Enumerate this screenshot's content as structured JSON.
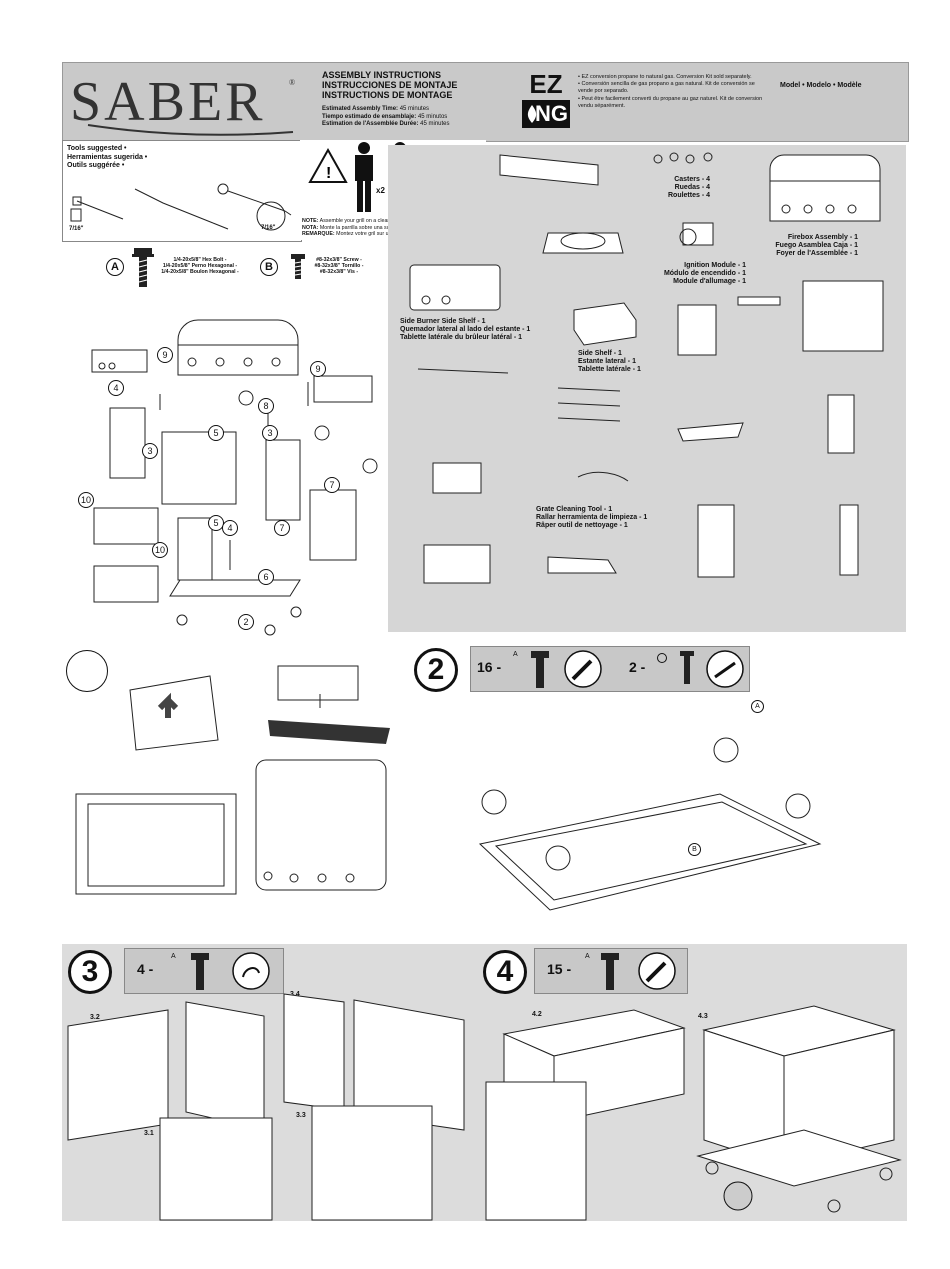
{
  "header": {
    "brand": "SABER",
    "brand_mark": "®",
    "assembly_titles": [
      "ASSEMBLY INSTRUCTIONS",
      "INSTRUCCIONES DE MONTAJE",
      "INSTRUCTIONS DE MONTAGE"
    ],
    "time_lines": [
      {
        "label": "Estimated Assembly Time:",
        "value": "45 minutes"
      },
      {
        "label": "Tiempo estimado de ensamblaje:",
        "value": "45 minutos"
      },
      {
        "label": "Estimation de l'Assemblée Durée:",
        "value": "45 minutes"
      }
    ],
    "ez_logo": {
      "top": "EZ",
      "bottom": "NG"
    },
    "ez_notes": [
      "EZ conversion propane to natural gas. Conversion Kit sold separately.",
      "Conversión sencilla de gas propano a gas natural. Kit de conversión se vende por separado.",
      "Peut être facilement converti du propane au gaz naturel. Kit de conversion vendu séparément."
    ],
    "model_label": "Model • Modelo • Modèle"
  },
  "tools": {
    "lines": [
      "Tools suggested •",
      "Herramientas sugerida •",
      "Outils suggérée •"
    ],
    "size_left": "7/16\"",
    "size_right": "7/16\""
  },
  "warning": {
    "multiplier": "x2",
    "notes": [
      {
        "label": "NOTE:",
        "text": "Assemble your grill on a clean, level surface."
      },
      {
        "label": "NOTA:",
        "text": "Monte la parrilla sobre una superficie limpia y llana."
      },
      {
        "label": "REMARQUE:",
        "text": "Montez votre gril sur une surface plane, propre."
      }
    ]
  },
  "hardware": {
    "a": {
      "letter": "A",
      "lines": [
        "1/4-20x5/8\" Hex Bolt -",
        "1/4-20x5/8\" Perno Hexagonal -",
        "1/4-20x5/8\" Boulon Hexagonal -"
      ]
    },
    "b": {
      "letter": "B",
      "lines": [
        "#8-32x3/8\" Screw -",
        "#8-32x3/8\" Tornillo -",
        "#8-32x3/8\" Vis -"
      ]
    }
  },
  "exploded_callouts": [
    "9",
    "9",
    "4",
    "8",
    "5",
    "3",
    "3",
    "7",
    "10",
    "5",
    "4",
    "7",
    "10",
    "6",
    "2"
  ],
  "parts": {
    "casters": [
      "Casters - 4",
      "Ruedas - 4",
      "Roulettes - 4"
    ],
    "firebox": [
      "Firebox Assembly - 1",
      "Fuego Asamblea Caja - 1",
      "Foyer de l'Assemblée - 1"
    ],
    "ignition": [
      "Ignition Module - 1",
      "Módulo de encendido - 1",
      "Module d'allumage - 1"
    ],
    "side_burner": [
      "Side Burner Side Shelf - 1",
      "Quemador lateral al lado del estante - 1",
      "Tablette latérale du brûleur latéral - 1"
    ],
    "side_shelf": [
      "Side Shelf - 1",
      "Estante lateral - 1",
      "Tablette latérale - 1"
    ],
    "grate_tool": [
      "Grate Cleaning Tool - 1",
      "Rallar herramienta de limpieza - 1",
      "Râper outil de nettoyage - 1"
    ]
  },
  "step2": {
    "number": "2",
    "qty_a": "16 -",
    "letter_a": "A",
    "qty_b": "2 -",
    "label_a": "A",
    "label_b": "B"
  },
  "step3": {
    "number": "3",
    "qty": "4 -",
    "letter": "A",
    "sub": [
      "3.2",
      "3.4",
      "3.1",
      "3.3"
    ]
  },
  "step4": {
    "number": "4",
    "qty": "15 -",
    "letter": "A",
    "sub": [
      "4.2",
      "4.3"
    ]
  }
}
